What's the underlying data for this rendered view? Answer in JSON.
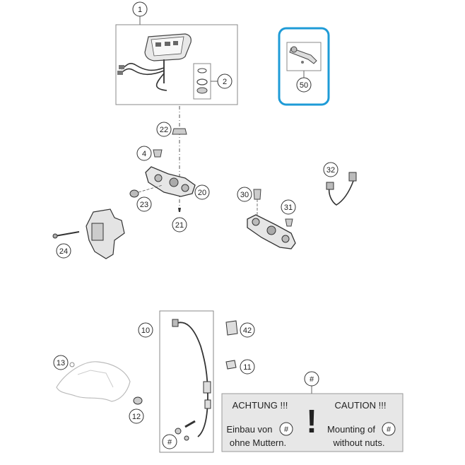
{
  "parts": {
    "p1": "1",
    "p2": "2",
    "p4": "4",
    "p10": "10",
    "p11": "11",
    "p12": "12",
    "p13": "13",
    "p20": "20",
    "p21": "21",
    "p22": "22",
    "p23": "23",
    "p24": "24",
    "p30": "30",
    "p31": "31",
    "p32": "32",
    "p42": "42",
    "p50": "50",
    "hash_top": "#",
    "hash_kit": "#"
  },
  "highlight": {
    "part": "50",
    "color": "#1e9bd7"
  },
  "caution": {
    "de_title": "ACHTUNG !!!",
    "en_title": "CAUTION !!!",
    "de_line1": "Einbau von",
    "de_line2": "ohne Muttern.",
    "en_line1": "Mounting of",
    "en_line2": "without nuts.",
    "hash_de": "#",
    "hash_en": "#",
    "mark": "!"
  }
}
